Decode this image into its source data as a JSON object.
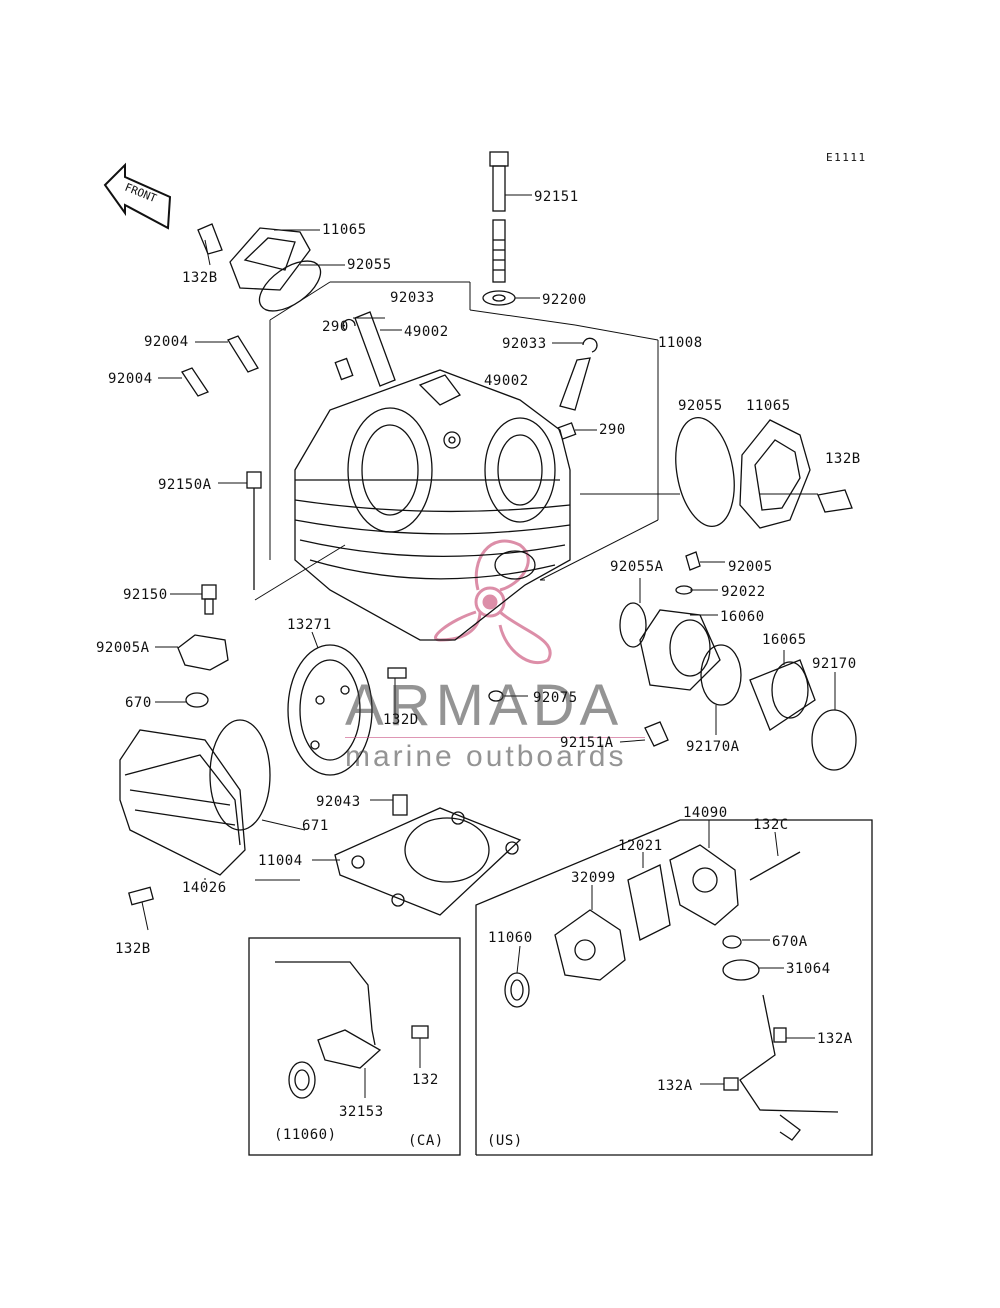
{
  "diagram_code": "E1111",
  "front_arrow_text": "FRONT",
  "watermark": {
    "brand": "ARMADA",
    "tagline": "marine outboards",
    "color": "#d9829f"
  },
  "labels": {
    "l11065a": "11065",
    "l92055a": "92055",
    "l132Ba": "132B",
    "l92151": "92151",
    "l92200": "92200",
    "l92033a": "92033",
    "l290a": "290",
    "l49002a": "49002",
    "l92004a": "92004",
    "l92004b": "92004",
    "l92033b": "92033",
    "l11008": "11008",
    "l49002b": "49002",
    "l290b": "290",
    "l92055b": "92055",
    "l11065b": "11065",
    "l132Bb": "132B",
    "l92150A": "92150A",
    "l92150": "92150",
    "l92005A": "92005A",
    "l670": "670",
    "l13271": "13271",
    "l132D": "132D",
    "l92075": "92075",
    "l92055A": "92055A",
    "l92005": "92005",
    "l92022": "92022",
    "l16060": "16060",
    "l16065": "16065",
    "l92170": "92170",
    "l92151A": "92151A",
    "l92170A": "92170A",
    "l671": "671",
    "l92043": "92043",
    "l11004": "11004",
    "l14026": "14026",
    "l132Bc": "132B",
    "l14090": "14090",
    "l132C": "132C",
    "l12021": "12021",
    "l32099": "32099",
    "l11060": "11060",
    "l670A": "670A",
    "l31064": "31064",
    "l132Aa": "132A",
    "l132Ab": "132A",
    "l132": "132",
    "l32153": "32153",
    "l11060p": "(11060)",
    "lCA": "(CA)",
    "lUS": "(US)"
  }
}
